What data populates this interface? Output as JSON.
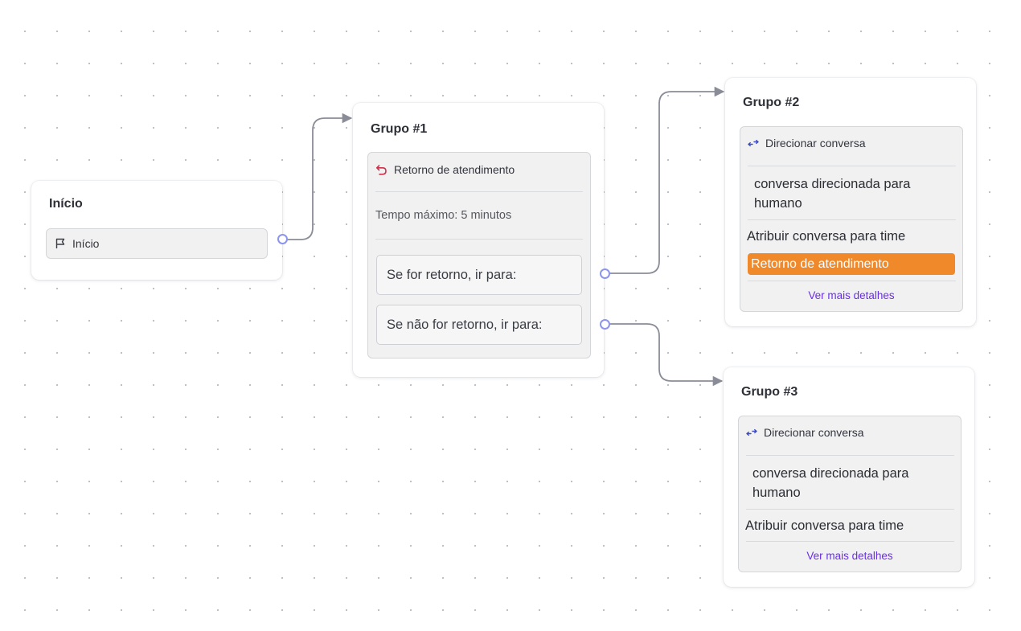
{
  "colors": {
    "edge": "#8a8c97",
    "handle": "#8d94ee",
    "tag_background": "#f0892a",
    "link": "#6a2fe6",
    "return_icon": "#c8324a"
  },
  "nodes": {
    "inicio": {
      "title": "Início",
      "step": {
        "icon": "flag-icon",
        "label": "Início"
      }
    },
    "grupo1": {
      "title": "Grupo #1",
      "step_title": {
        "icon": "return-arrow-icon",
        "label": "Retorno de atendimento"
      },
      "detail": "Tempo máximo: 5 minutos",
      "options": {
        "return": "Se for retorno, ir para:",
        "no_return": "Se não for retorno, ir para:"
      }
    },
    "grupo2": {
      "title": "Grupo #2",
      "step_title": {
        "icon": "redirect-arrows-icon",
        "label": "Direcionar conversa"
      },
      "description": "conversa direcionada para humano",
      "assign": "Atribuir conversa para time",
      "tag": "Retorno de atendimento",
      "more": "Ver mais detalhes"
    },
    "grupo3": {
      "title": "Grupo #3",
      "step_title": {
        "icon": "redirect-arrows-icon",
        "label": "Direcionar conversa"
      },
      "description": "conversa direcionada para humano",
      "assign": "Atribuir conversa para time",
      "more": "Ver mais detalhes"
    }
  }
}
